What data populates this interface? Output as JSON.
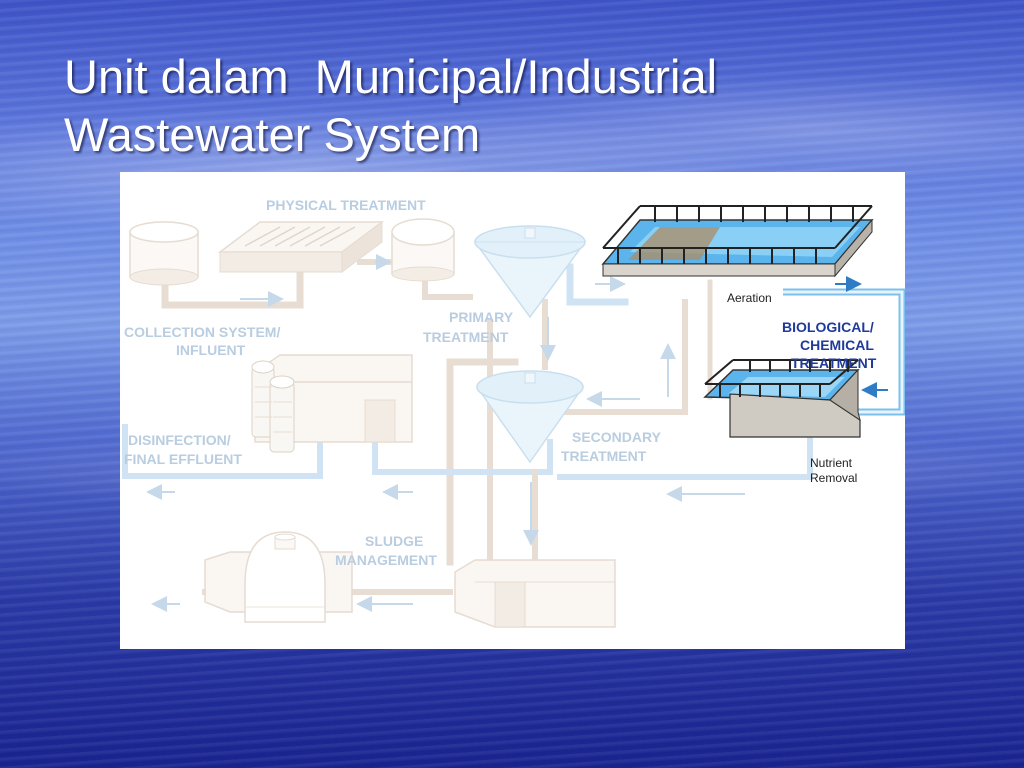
{
  "slide": {
    "title_line1": "Unit dalam  Municipal/Industrial",
    "title_line2": "Wastewater System"
  },
  "diagram": {
    "physical_treatment": "PHYSICAL TREATMENT",
    "collection_line1": "COLLECTION SYSTEM/",
    "collection_line2": "INFLUENT",
    "primary_line1": "PRIMARY",
    "primary_line2": "TREATMENT",
    "aeration": "Aeration",
    "bio_line1": "BIOLOGICAL/",
    "bio_line2": "CHEMICAL",
    "bio_line3": "TREATMENT",
    "disinfection_line1": "DISINFECTION/",
    "disinfection_line2": "FINAL EFFLUENT",
    "secondary_line1": "SECONDARY",
    "secondary_line2": "TREATMENT",
    "nutrient_line1": "Nutrient",
    "nutrient_line2": "Removal",
    "sludge_line1": "SLUDGE",
    "sludge_line2": "MANAGEMENT"
  },
  "colors": {
    "pipe": "#e8ddd2",
    "pipe_blue": "#cfe3f5",
    "faded_label": "#b9cde0",
    "strong_label": "#1f3a9a",
    "water": "#5bb4ec"
  }
}
